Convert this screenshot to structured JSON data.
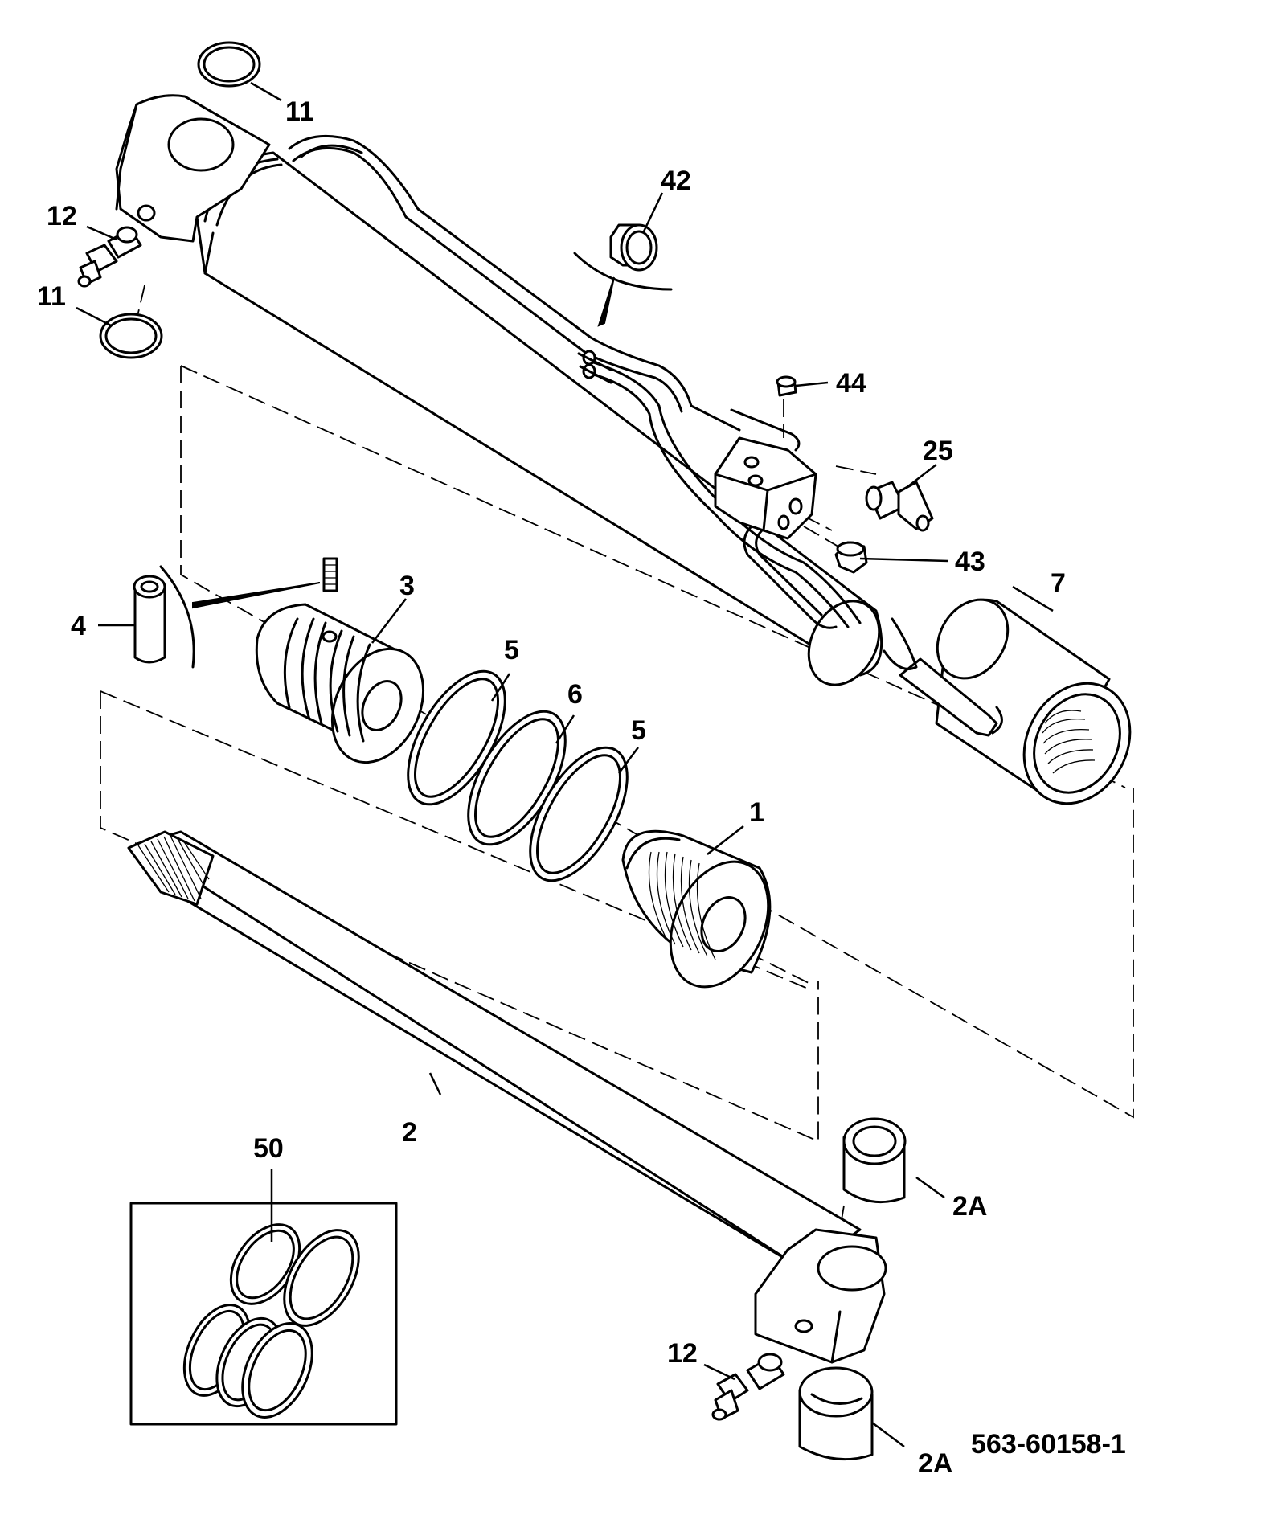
{
  "drawing_number": "563-60158-1",
  "callouts": {
    "c11_top": "11",
    "c12_top": "12",
    "c11_left": "11",
    "c42": "42",
    "c44": "44",
    "c25": "25",
    "c43": "43",
    "c7": "7",
    "c4": "4",
    "c3": "3",
    "c5_a": "5",
    "c6": "6",
    "c5_b": "5",
    "c1": "1",
    "c2": "2",
    "c50": "50",
    "c2a_upper": "2A",
    "c12_bottom": "12",
    "c2a_lower": "2A"
  },
  "colors": {
    "line": "#000000",
    "background": "#ffffff"
  }
}
